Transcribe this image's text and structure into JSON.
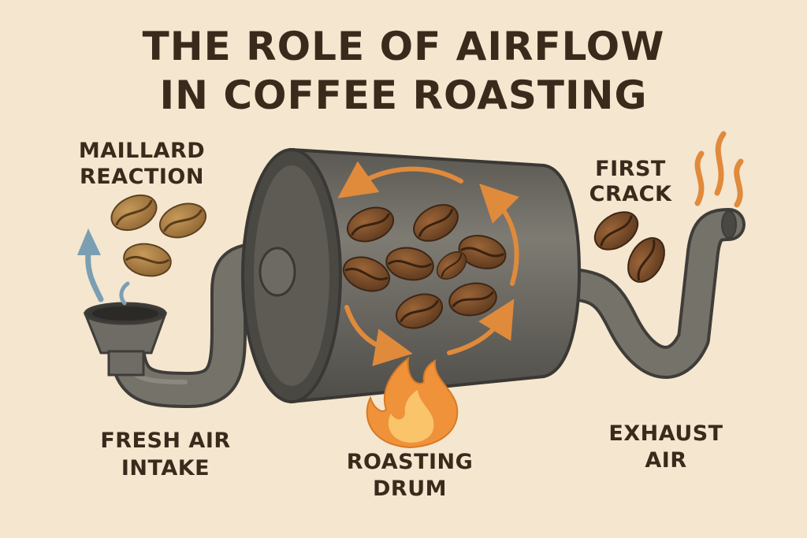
{
  "title": {
    "line1": "THE ROLE OF AIRFLOW",
    "line2": "IN COFFEE ROASTING"
  },
  "labels": {
    "maillard": {
      "line1": "MAILLARD",
      "line2": "REACTION"
    },
    "first_crack": {
      "line1": "FIRST",
      "line2": "CRACK"
    },
    "fresh_air": {
      "line1": "FRESH AIR",
      "line2": "INTAKE"
    },
    "drum": {
      "line1": "ROASTING",
      "line2": "DRUM"
    },
    "exhaust": {
      "line1": "EXHAUST",
      "line2": "AIR"
    }
  },
  "icons": [
    "coffee-bean-icon",
    "flame-icon",
    "smoke-icon",
    "airflow-arrow-icon"
  ],
  "colors": {
    "background": "#f5e6cf",
    "text": "#3a2a1c",
    "metal": "#6b6860",
    "bean": "#7a4b28",
    "airflow_arrow": "#e08a3c",
    "fresh_air_arrow": "#7a9fb3",
    "flame": "#f0923a"
  }
}
